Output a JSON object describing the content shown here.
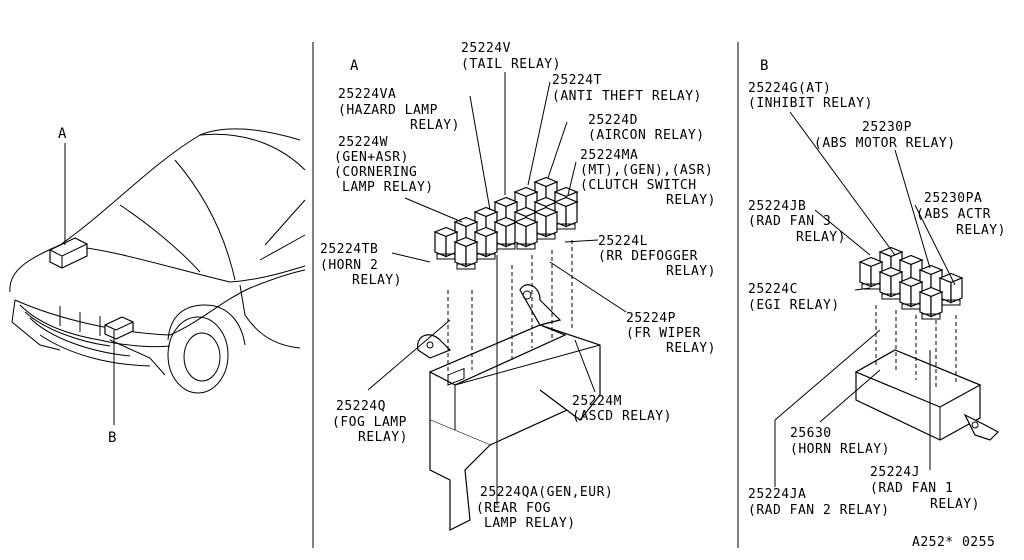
{
  "sections": {
    "car": {
      "marker_a": "A",
      "marker_b": "B"
    },
    "a": {
      "letter": "A"
    },
    "b": {
      "letter": "B"
    }
  },
  "labels_a": {
    "tail_relay": [
      "25224V",
      "(TAIL RELAY)"
    ],
    "anti_theft": [
      "25224T",
      "(ANTI THEFT RELAY)"
    ],
    "hazard": [
      "25224VA",
      "(HAZARD LAMP",
      "RELAY)"
    ],
    "aircon": [
      "25224D",
      "(AIRCON RELAY)"
    ],
    "cornering": [
      "25224W",
      "(GEN+ASR)",
      "(CORNERING",
      "LAMP RELAY)"
    ],
    "clutch": [
      "25224MA",
      "(MT),(GEN),(ASR)",
      "(CLUTCH SWITCH",
      "RELAY)"
    ],
    "horn2": [
      "25224TB",
      "(HORN 2",
      "RELAY)"
    ],
    "defogger": [
      "25224L",
      "(RR DEFOGGER",
      "RELAY)"
    ],
    "wiper": [
      "25224P",
      "(FR WIPER",
      "RELAY)"
    ],
    "fog": [
      "25224Q",
      "(FOG LAMP",
      "RELAY)"
    ],
    "ascd": [
      "25224M",
      "(ASCD RELAY)"
    ],
    "rear_fog": [
      "25224QA(GEN,EUR)",
      "(REAR FOG",
      "LAMP RELAY)"
    ]
  },
  "labels_b": {
    "inhibit": [
      "25224G(AT)",
      "(INHIBIT RELAY)"
    ],
    "abs_motor": [
      "25230P",
      "(ABS MOTOR RELAY)"
    ],
    "rad_fan3": [
      "25224JB",
      "(RAD FAN 3",
      "RELAY)"
    ],
    "abs_actr": [
      "25230PA",
      "(ABS ACTR",
      "RELAY)"
    ],
    "egi": [
      "25224C",
      "(EGI RELAY)"
    ],
    "horn": [
      "25630",
      "(HORN RELAY)"
    ],
    "rad_fan1": [
      "25224J",
      "(RAD FAN 1",
      "RELAY)"
    ],
    "rad_fan2": [
      "25224JA",
      "(RAD FAN 2 RELAY)"
    ]
  },
  "footer": {
    "code": "A252* 0255"
  }
}
